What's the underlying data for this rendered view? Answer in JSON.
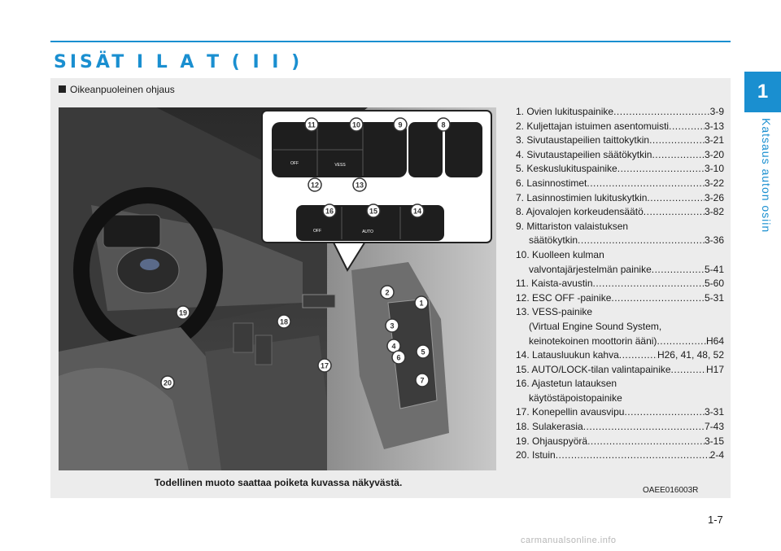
{
  "header": {
    "title": "SISÄT I L A T ( I I )"
  },
  "chapter": {
    "number": "1",
    "label": "Katsaus auton osiin"
  },
  "figure": {
    "subheading": "Oikeanpuoleinen ohjaus",
    "caption": "Todellinen muoto saattaa poiketa kuvassa näkyvästä.",
    "code": "OAEE016003R",
    "switch_labels": {
      "off_a": "OFF",
      "vess": "VESS",
      "off_b": "OFF",
      "auto": "AUTO"
    },
    "callouts": [
      "11",
      "10",
      "9",
      "8",
      "12",
      "13",
      "16",
      "15",
      "14",
      "1",
      "2",
      "3",
      "4",
      "5",
      "6",
      "7",
      "17",
      "18",
      "19",
      "20"
    ]
  },
  "items": [
    {
      "text": "1. Ovien lukituspainike",
      "page": "3-9"
    },
    {
      "text": "2. Kuljettajan istuimen asentomuisti",
      "page": "3-13"
    },
    {
      "text": "3. Sivutaustapeilien taittokytkin",
      "page": "3-21"
    },
    {
      "text": "4. Sivutaustapeilien säätökytkin",
      "page": "3-20"
    },
    {
      "text": "5. Keskuslukituspainike",
      "page": "3-10"
    },
    {
      "text": "6. Lasinnostimet",
      "page": "3-22"
    },
    {
      "text": "7. Lasinnostimien lukituskytkin",
      "page": "3-26"
    },
    {
      "text": "8. Ajovalojen korkeudensäätö",
      "page": "3-82"
    },
    {
      "text": "9. Mittariston valaistuksen",
      "cont": "säätökytkin",
      "page": "3-36"
    },
    {
      "text": "10. Kuolleen kulman",
      "cont": "valvontajärjestelmän painike",
      "page": "5-41"
    },
    {
      "text": "11. Kaista-avustin",
      "page": "5-60"
    },
    {
      "text": "12. ESC OFF -painike",
      "page": "5-31"
    },
    {
      "text": "13. VESS-painike",
      "cont": "(Virtual Engine Sound System,",
      "cont2": "keinotekoinen moottorin ääni)",
      "page": "H64"
    },
    {
      "text": "14. Latausluukun kahva",
      "page": "H26, 41, 48, 52"
    },
    {
      "text": "15. AUTO/LOCK-tilan valintapainike",
      "page": "H17"
    },
    {
      "text": "16. Ajastetun latauksen",
      "cont": "käytöstäpoistopainike"
    },
    {
      "text": "17. Konepellin avausvipu",
      "page": "3-31"
    },
    {
      "text": "18. Sulakerasia",
      "page": "7-43"
    },
    {
      "text": "19. Ohjauspyörä",
      "page": "3-15"
    },
    {
      "text": "20. Istuin",
      "page": "2-4"
    }
  ],
  "footer": {
    "page_number": "1-7",
    "watermark": "carmanualsonline.info"
  },
  "colors": {
    "accent": "#1a8fd0",
    "panel": "#ececec",
    "callout": "#333333"
  }
}
